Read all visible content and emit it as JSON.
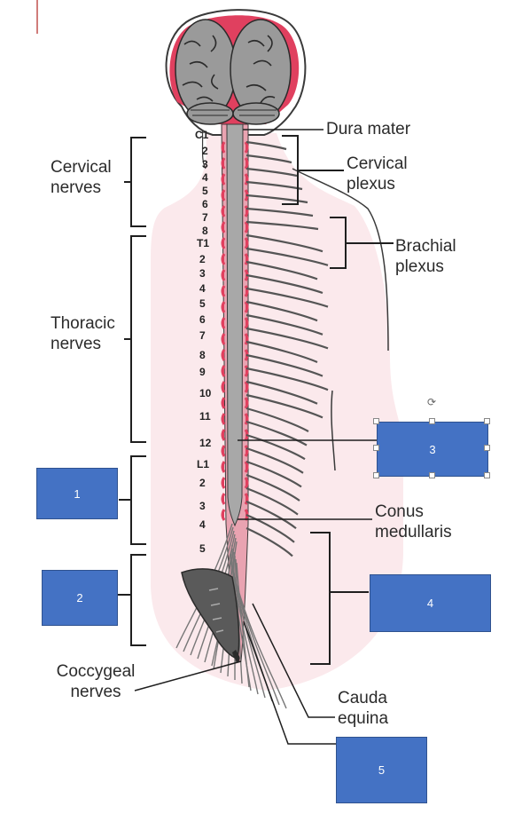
{
  "labels": {
    "cervical_nerves": [
      "Cervical",
      "nerves"
    ],
    "thoracic_nerves": [
      "Thoracic",
      "nerves"
    ],
    "coccygeal_nerves": [
      "Coccygeal",
      "nerves"
    ],
    "dura_mater": "Dura mater",
    "cervical_plexus": [
      "Cervical",
      "plexus"
    ],
    "brachial_plexus": [
      "Brachial",
      "plexus"
    ],
    "conus_medullaris": [
      "Conus",
      "medullaris"
    ],
    "cauda_equina": [
      "Cauda",
      "equina"
    ]
  },
  "answer_boxes": [
    {
      "id": "box1",
      "text": "1"
    },
    {
      "id": "box2",
      "text": "2"
    },
    {
      "id": "box3",
      "text": "3"
    },
    {
      "id": "box4",
      "text": "4"
    },
    {
      "id": "box5",
      "text": "5"
    }
  ],
  "rotate_handle_glyph": "⟳",
  "vertebra_labels": {
    "cervical": [
      "C1",
      "2",
      "3",
      "4",
      "5",
      "6",
      "7",
      "8"
    ],
    "thoracic": [
      "T1",
      "2",
      "3",
      "4",
      "5",
      "6",
      "7",
      "8",
      "9",
      "10",
      "11",
      "12"
    ],
    "lumbar": [
      "L1",
      "2",
      "3",
      "4",
      "5"
    ]
  },
  "colors": {
    "body_tint": "#fbe9ec",
    "body_outline": "#3a3a3a",
    "spinal_cord": "#a8a8a8",
    "dura": "#e0405f",
    "brain": "#9a9a9a",
    "box_fill": "#4472c4",
    "box_border": "#2f528f",
    "box_text": "#ffffff",
    "text": "#2b2b2b"
  }
}
